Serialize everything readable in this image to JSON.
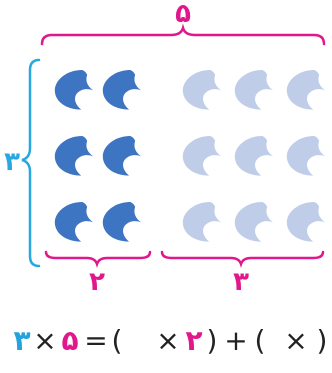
{
  "labels": {
    "top_total": "۵",
    "left_rows": "۳",
    "bottom_dark": "۲",
    "bottom_light": "۳"
  },
  "equation": {
    "lhs_a": "۳",
    "times1": "×",
    "lhs_b": "۵",
    "equals": "=",
    "open1": "(",
    "times2": "×",
    "mul_value": "۲",
    "close1": ")",
    "plus": "+",
    "open2": "(",
    "times3": "×",
    "close2": ")"
  },
  "grid": {
    "rows": 3,
    "columns": 5,
    "dark_columns": 2,
    "light_columns": 3
  },
  "colors": {
    "magenta": "#e0188c",
    "cyan": "#29a8df",
    "moon_dark": "#3e75c3",
    "moon_light": "#bfcde8",
    "text_cyan": "#23a3dd"
  },
  "icons": {
    "moon": "crescent-moon-icon"
  }
}
